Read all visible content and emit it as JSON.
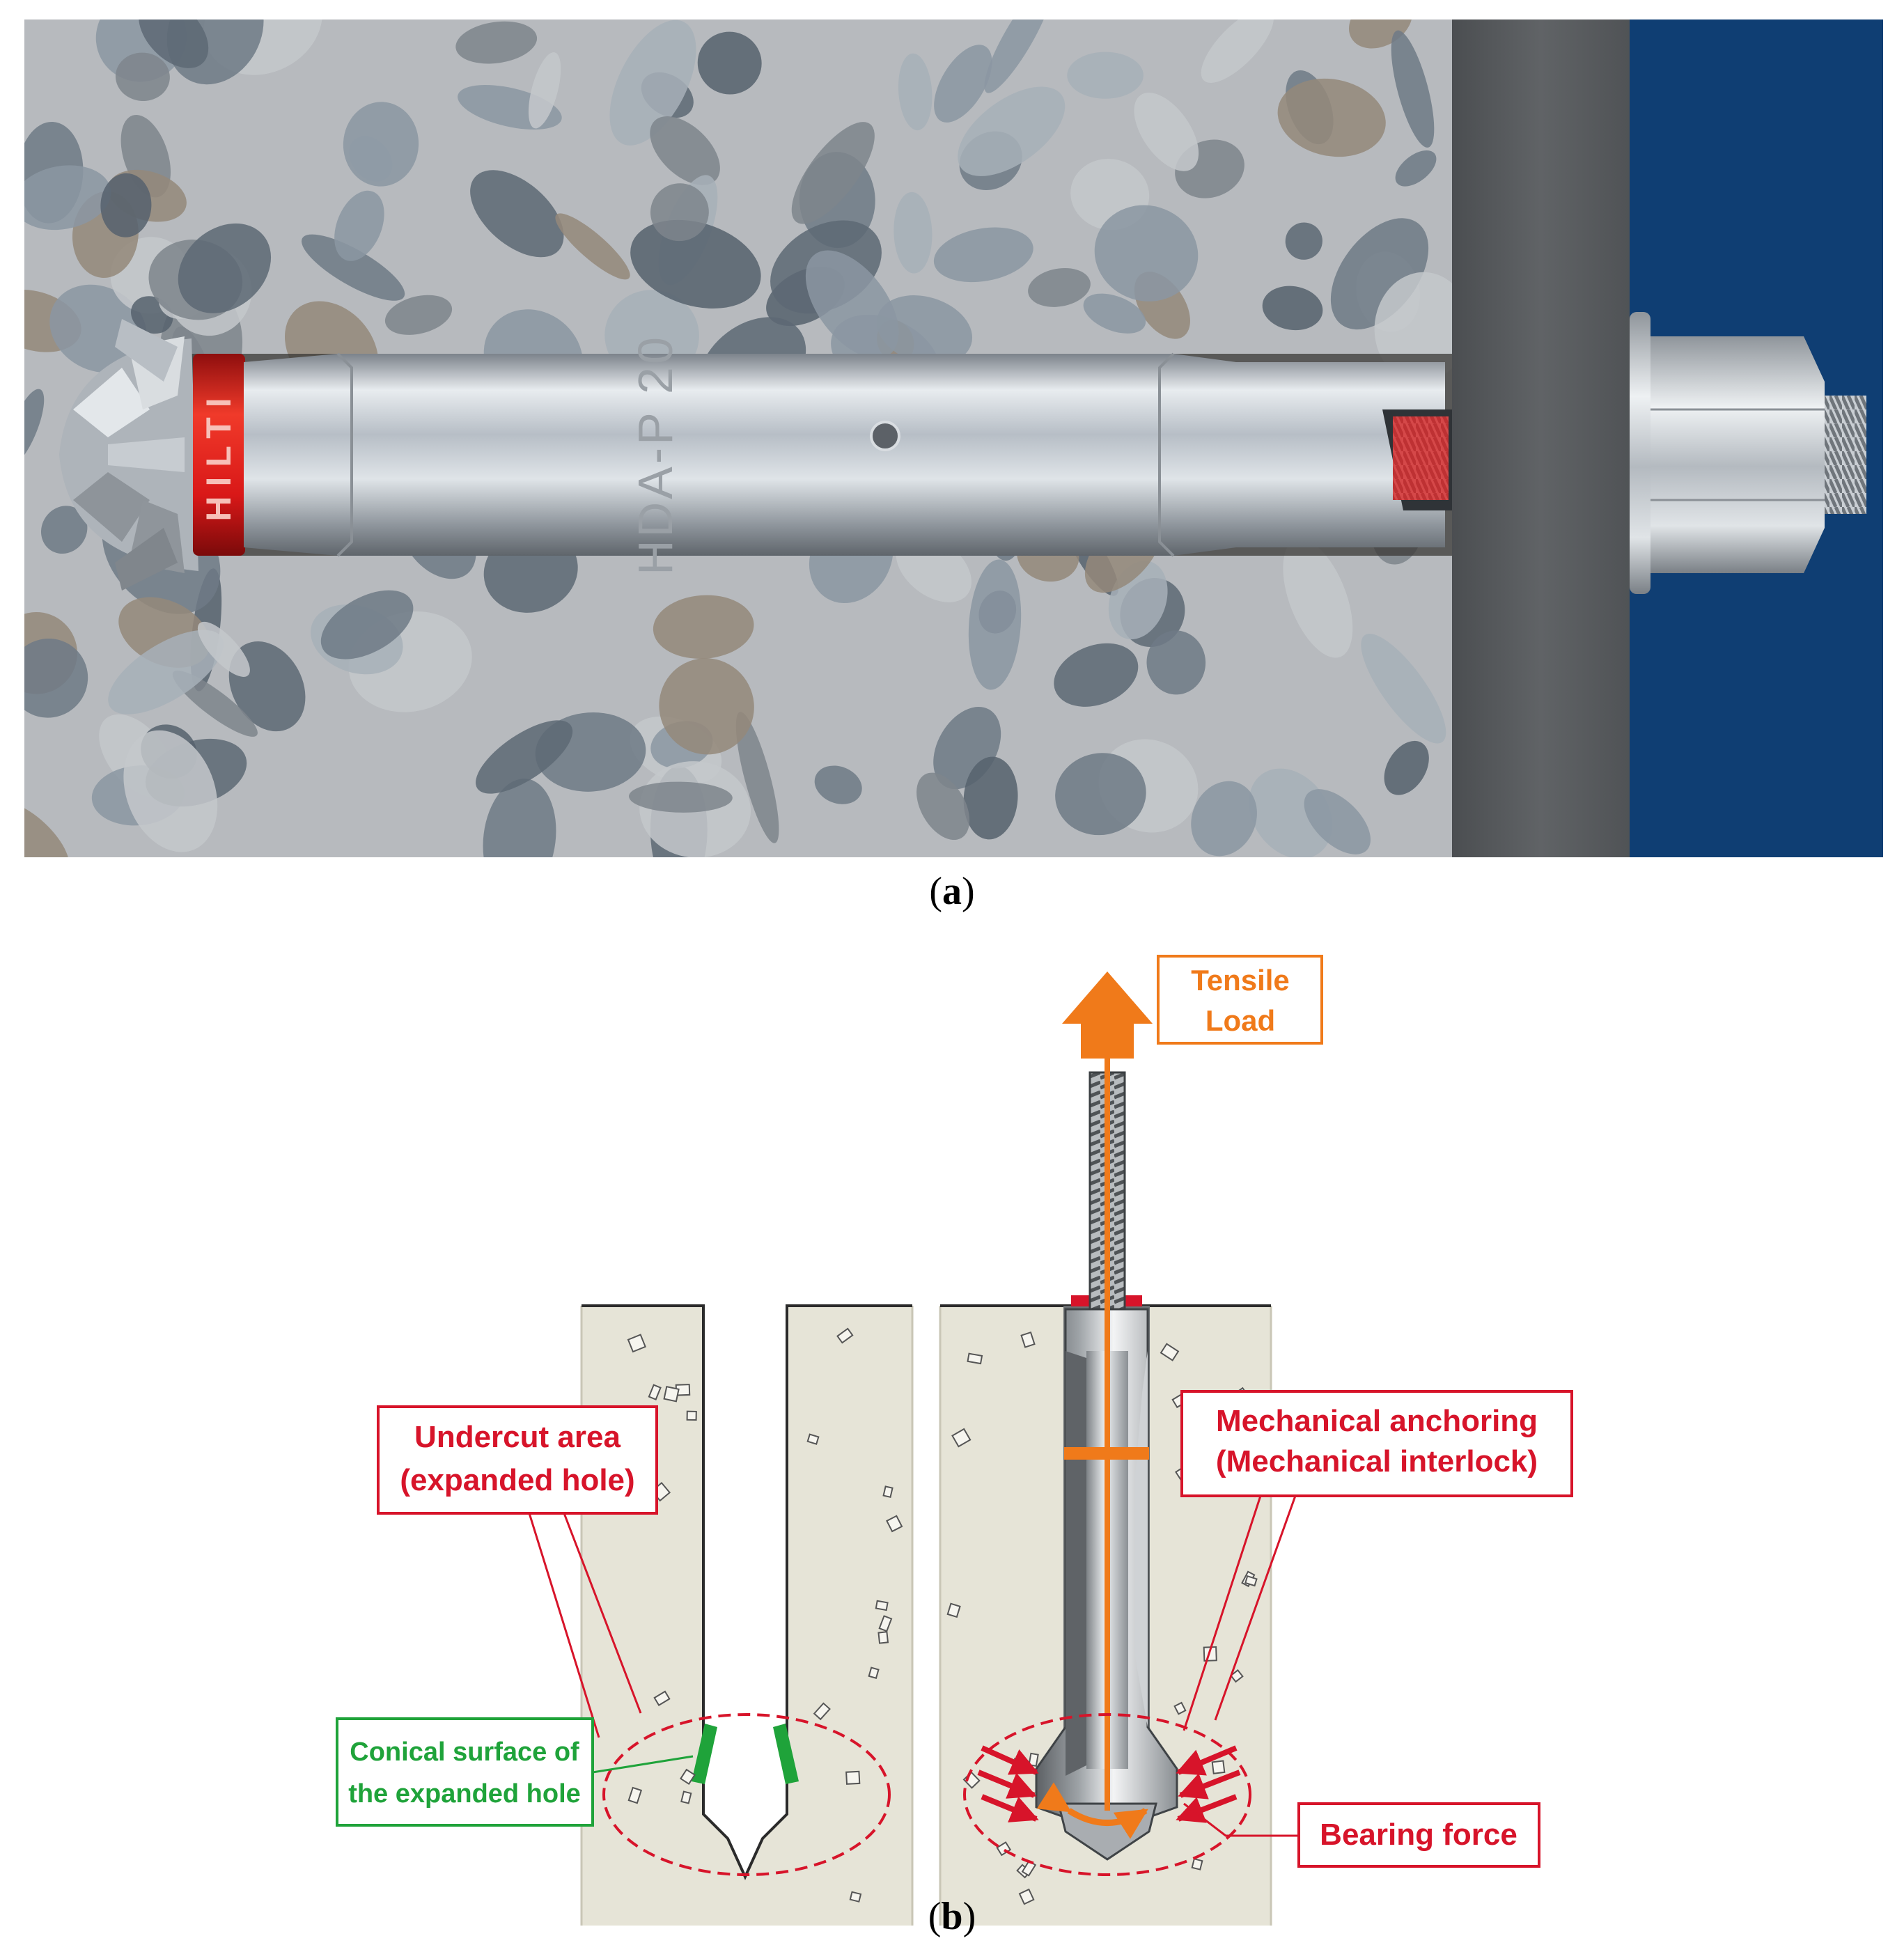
{
  "panel_a": {
    "caption_letter": "a",
    "anchor_marking": "HDA-P 20",
    "sleeve_brand": "HILTI",
    "colors": {
      "concrete": "#b9bcc0",
      "steel": "#c9ced4",
      "red_ring": "#e02020",
      "plate": "#5a5d60",
      "blue_bg": "#0f3e73"
    }
  },
  "panel_b": {
    "caption_letter": "b",
    "labels": {
      "tensile_load_line1": "Tensile",
      "tensile_load_line2": "Load",
      "undercut_line1": "Undercut area",
      "undercut_line2": "(expanded hole)",
      "mechanical_line1": "Mechanical anchoring",
      "mechanical_line2": "(Mechanical interlock)",
      "conical_line1": "Conical surface of",
      "conical_line2": "the expanded hole",
      "bearing_force": "Bearing force"
    },
    "colors": {
      "orange": "#f07a1a",
      "red": "#d7142a",
      "green": "#1fa33a",
      "concrete": "#e6e4d7"
    }
  }
}
